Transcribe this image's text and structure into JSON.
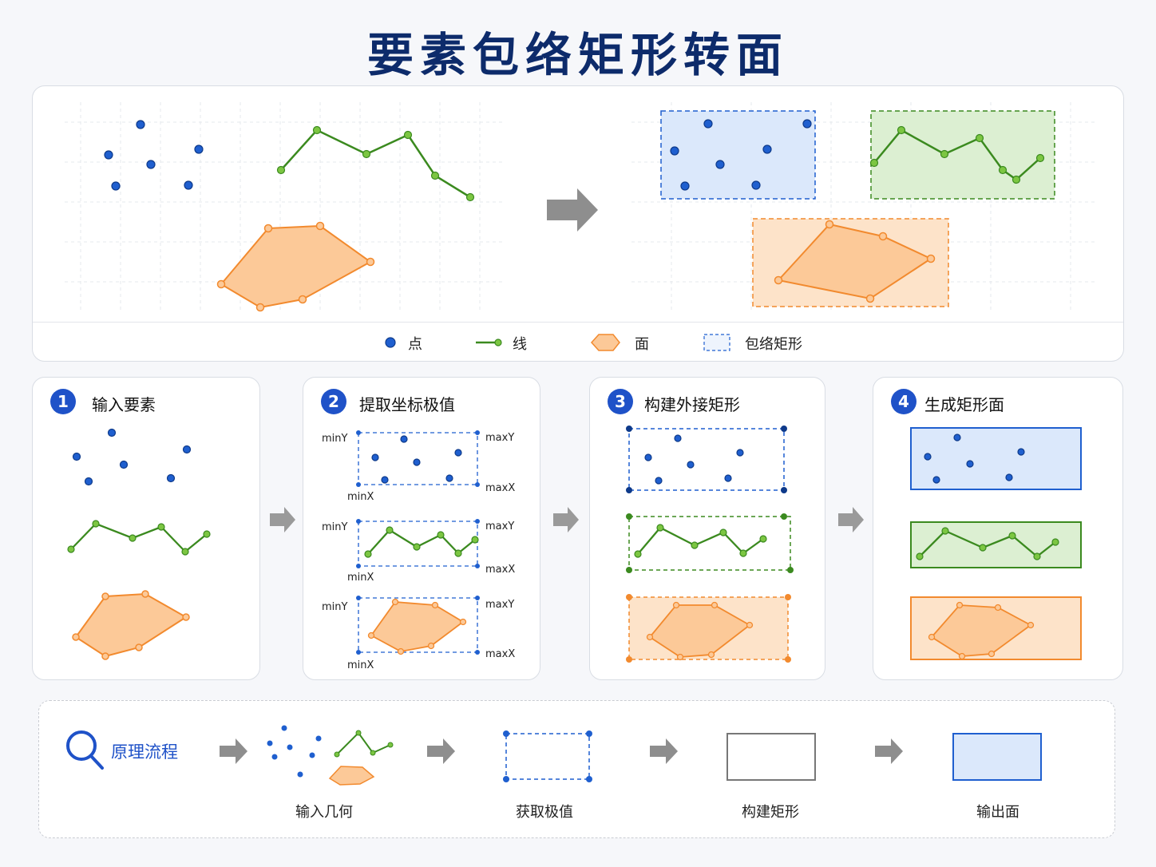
{
  "title": "要素包络矩形转面",
  "legend": {
    "point": "点",
    "line": "线",
    "polygon": "面",
    "envelope": "包络矩形"
  },
  "steps": [
    {
      "num": "1",
      "title": "输入要素"
    },
    {
      "num": "2",
      "title": "提取坐标极值"
    },
    {
      "num": "3",
      "title": "构建外接矩形"
    },
    {
      "num": "4",
      "title": "生成矩形面"
    }
  ],
  "extent_labels": {
    "min_y": "minY",
    "max_y": "maxY",
    "min_x": "minX",
    "max_x": "maxX"
  },
  "flow": {
    "title": "原理流程",
    "stages": [
      "输入几何",
      "获取极值",
      "构建矩形",
      "输出面"
    ]
  },
  "colors": {
    "point": "#1f5fcf",
    "line": "#3b8a1f",
    "polygon": "#f28a2e",
    "title": "#0d2b6b",
    "arrow": "#8e8e8e"
  },
  "icons": {
    "flow_title": "magnifier-icon",
    "arrows": "right-arrow-icon"
  }
}
